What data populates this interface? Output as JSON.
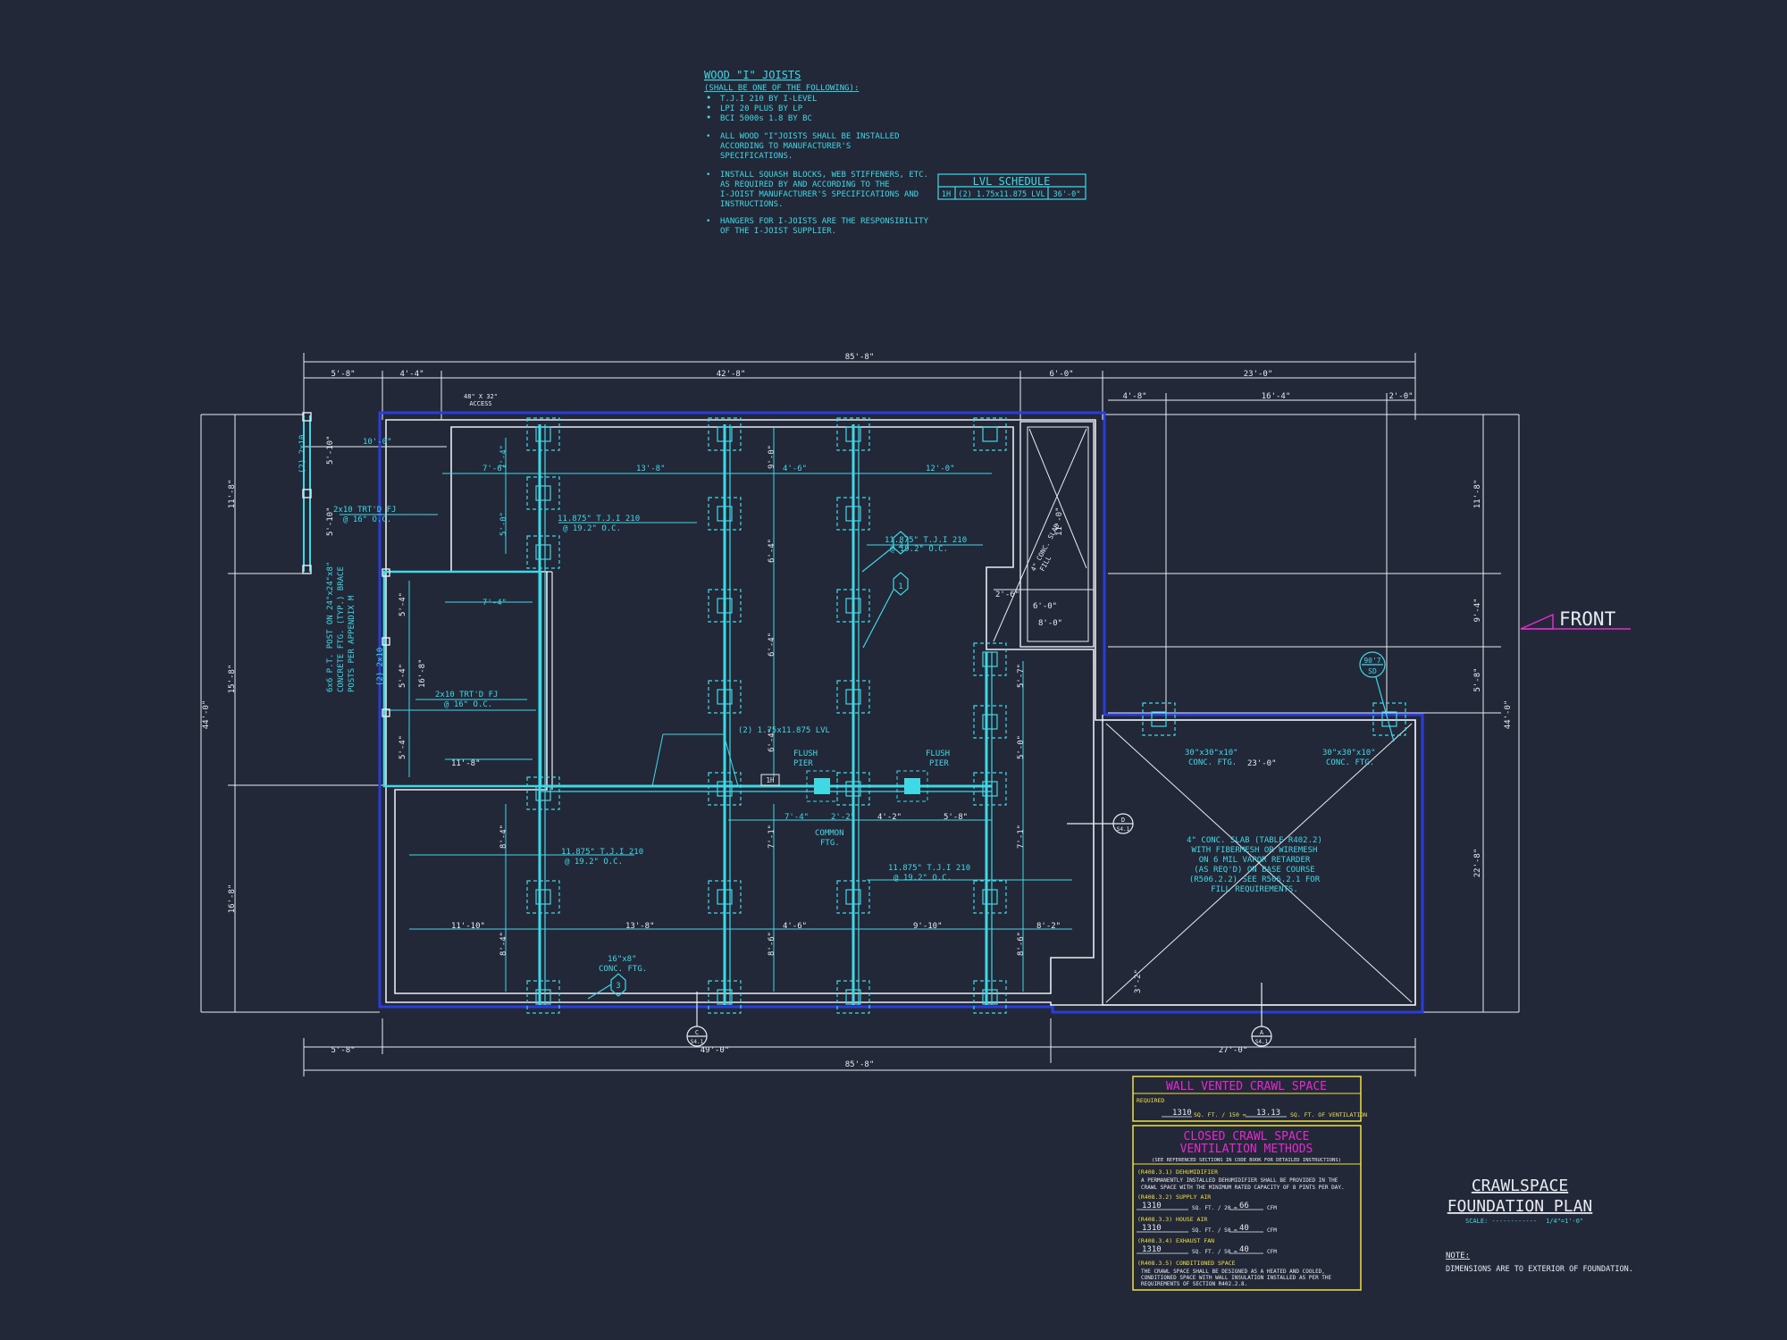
{
  "colors": {
    "background": "#232838",
    "cyan": "#3fd9e6",
    "white": "#e8ecf2",
    "blue": "#2a3dd8",
    "magenta": "#e52ad0",
    "yellow": "#f0e040"
  },
  "notes": {
    "title": "WOOD \"I\" JOISTS",
    "subtitle": "(SHALL BE ONE OF THE FOLLOWING):",
    "options": [
      "T.J.I 210 BY I-LEVEL",
      "LPI 20 PLUS BY LP",
      "BCI 5000s 1.8 BY BC"
    ],
    "para1": [
      "ALL WOOD \"I\"JOISTS SHALL BE INSTALLED",
      "ACCORDING TO MANUFACTURER'S",
      "SPECIFICATIONS."
    ],
    "para2": [
      "INSTALL SQUASH BLOCKS, WEB STIFFENERS, ETC.",
      "AS REQUIRED BY AND ACCORDING TO THE",
      "I-JOIST MANUFACTURER'S SPECIFICATIONS AND",
      "INSTRUCTIONS."
    ],
    "para3": [
      "HANGERS FOR I-JOISTS ARE THE RESPONSIBILITY",
      "OF THE I-JOIST SUPPLIER."
    ]
  },
  "lvl_schedule": {
    "title": "LVL SCHEDULE",
    "mark": "1H",
    "member": "(2) 1.75x11.875 LVL",
    "length": "36'-0\""
  },
  "dimensions": {
    "top_overall": "85'-8\"",
    "top_segments": [
      "5'-8\"",
      "4'-4\"",
      "42'-8\"",
      "6'-0\"",
      "23'-0\""
    ],
    "top_right_segments": [
      "4'-8\"",
      "16'-4\"",
      "2'-0\""
    ],
    "bottom_segments": [
      "5'-8\"",
      "49'-0\"",
      "27'-0\""
    ],
    "bottom_overall": "85'-8\"",
    "left_overall": "44'-0\"",
    "left_segments": [
      "11'-8\"",
      "15'-8\"",
      "16'-8\""
    ],
    "right_overall": "44'-0\"",
    "right_segments": [
      "11'-8\"",
      "9'-4\"",
      "5'-8\"",
      "22'-8\""
    ]
  },
  "plan_labels": {
    "access": [
      "48\" X 32\"",
      "ACCESS"
    ],
    "dim_10_0": "10'-0\"",
    "dim_7_6": "7'-6\"",
    "dim_13_8a": "13'-8\"",
    "dim_4_6a": "4'-6\"",
    "dim_12_0": "12'-0\"",
    "dim_7_4a": "7'-4\"",
    "dim_7_4b": "7'-4\"",
    "dim_7_4c": "7'-4\"",
    "dim_8_0": "8'-0\"",
    "dim_6_0": "6'-0\"",
    "dim_2_6": "2'-6\"",
    "dim_5_0": "5'-0\"",
    "dim_9_0": "9'-0\"",
    "dim_6_4a": "6'-4\"",
    "dim_6_4b": "6'-4\"",
    "dim_6_4c": "6'-4\"",
    "dim_5_7": "5'-7\"",
    "dim_5_0b": "5'-0\"",
    "dim_5_4a": "5'-4\"",
    "dim_5_4b": "5'-4\"",
    "dim_5_4c": "5'-4\"",
    "dim_16_8": "16'-8\"",
    "dim_5_10a": "5'-10\"",
    "dim_5_10b": "5'-10\"",
    "dim_11_8": "11'-8\"",
    "dim_2_2": "2'-2\"",
    "dim_4_2": "4'-2\"",
    "dim_5_8": "5'-8\"",
    "dim_7_1a": "7'-1\"",
    "dim_7_1b": "7'-1\"",
    "dim_8_4a": "8'-4\"",
    "dim_8_4b": "8'-4\"",
    "dim_8_6a": "8'-6\"",
    "dim_8_6b": "8'-6\"",
    "dim_11_10": "11'-10\"",
    "dim_13_8b": "13'-8\"",
    "dim_4_6b": "4'-6\"",
    "dim_9_10": "9'-10\"",
    "dim_8_2": "8'-2\"",
    "dim_23_0": "23'-0\"",
    "dim_3_2": "3'-2\"",
    "dim_11_0": "11'-0\"",
    "joist_a": [
      "11.875\" T.J.I 210",
      "@ 19.2\" O.C."
    ],
    "joist_b": [
      "11.875\" T.J.I 210",
      "@ 19.2\" O.C."
    ],
    "joist_c": [
      "11.875\" T.J.I 210",
      "@ 19.2\" O.C."
    ],
    "joist_d": [
      "11.875\" T.J.I 210",
      "@ 19.2\" O.C."
    ],
    "trtd_1": [
      "2x10 TRT'D FJ",
      "@ 16\" O.C."
    ],
    "trtd_2": [
      "2x10 TRT'D FJ",
      "@ 16\" O.C."
    ],
    "two_2x10_a": "(2) 2x10",
    "two_2x10_b": "(2) 2x10",
    "post_note": [
      "6x6 P.T. POST ON 24\"x24\"x8\"",
      "CONCRETE FTG. (TYP.) BRACE",
      "POSTS PER APPENDIX M"
    ],
    "lvl_note": "(2) 1.75x11.875 LVL",
    "beam_tag": "1H",
    "flush_pier_1": [
      "FLUSH",
      "PIER"
    ],
    "flush_pier_2": [
      "FLUSH",
      "PIER"
    ],
    "common_ftg": [
      "COMMON",
      "FTG."
    ],
    "ftg_16": [
      "16\"x8\"",
      "CONC. FTG."
    ],
    "ftg_30a": [
      "30\"x30\"x10\"",
      "CONC. FTG."
    ],
    "ftg_30b": [
      "30\"x30\"x10\"",
      "CONC. FTG."
    ],
    "conc_slab_stair": [
      "4\" CONC. SLAB",
      "FILL"
    ],
    "slab_note": [
      "4\" CONC. SLAB (TABLE R402.2)",
      "WITH FIBERMESH OR WIREMESH",
      "ON 6 MIL VAPOR RETARDER",
      "(AS REQ'D) ON BASE COURSE",
      "(R506.2.2) SEE R506.2.1 FOR",
      "FILL REQUIREMENTS."
    ],
    "callout_1": "1",
    "callout_2": "2",
    "callout_3": "3",
    "section_d_top": "D",
    "section_d_bot": "S4.1",
    "section_c_top": "C",
    "section_c_bot": "S4.1",
    "section_a_top": "A",
    "section_a_bot": "S4.1",
    "ref_top": "90'7",
    "ref_bot": "SD",
    "front": "FRONT"
  },
  "ventilation": {
    "title": "WALL VENTED CRAWL SPACE",
    "required": "REQUIRED",
    "area": "1310",
    "calc": "SQ. FT. / 150 =",
    "result": "13.13",
    "unit": "SQ. FT. OF VENTILATION"
  },
  "closed_crawl": {
    "title1": "CLOSED CRAWL SPACE",
    "title2": "VENTILATION METHODS",
    "ref": "(SEE REFERENCED SECTIONS IN CODE BOOK FOR DETAILED INSTRUCTIONS)",
    "m1_label": "(R408.3.1) DEHUMIDIFIER",
    "m1_text": [
      "A PERMANENTLY INSTALLED DEHUMIDIFIER SHALL BE PROVIDED IN THE",
      "CRAWL SPACE WITH THE MINIMUM RATED CAPACITY OF 8 PINTS PER DAY."
    ],
    "m2_label": "(R408.3.2) SUPPLY AIR",
    "m2_area": "1310",
    "m2_calc": "SQ. FT. / 20 =",
    "m2_val": "66",
    "m3_label": "(R408.3.3) HOUSE AIR",
    "m3_area": "1310",
    "m3_calc": "SQ. FT. / 50 =",
    "m3_val": "40",
    "m4_label": "(R408.3.4) EXHAUST FAN",
    "m4_area": "1310",
    "m4_calc": "SQ. FT. / 50 =",
    "m4_val": "40",
    "cfm": "CFM",
    "m5_label": "(R408.3.5) CONDITIONED SPACE",
    "m5_text": [
      "THE CRAWL SPACE SHALL BE DESIGNED AS A HEATED AND COOLED,",
      "CONDITIONED SPACE WITH WALL INSULATION INSTALLED AS PER THE",
      "REQUIREMENTS OF SECTION R402.2.8."
    ]
  },
  "title_block": {
    "title1": "CRAWLSPACE",
    "title2": "FOUNDATION PLAN",
    "scale_label": "SCALE: ------------",
    "scale_value": "1/4\"=1'-0\"",
    "note_label": "NOTE:",
    "note_text": "DIMENSIONS ARE TO EXTERIOR OF FOUNDATION."
  }
}
